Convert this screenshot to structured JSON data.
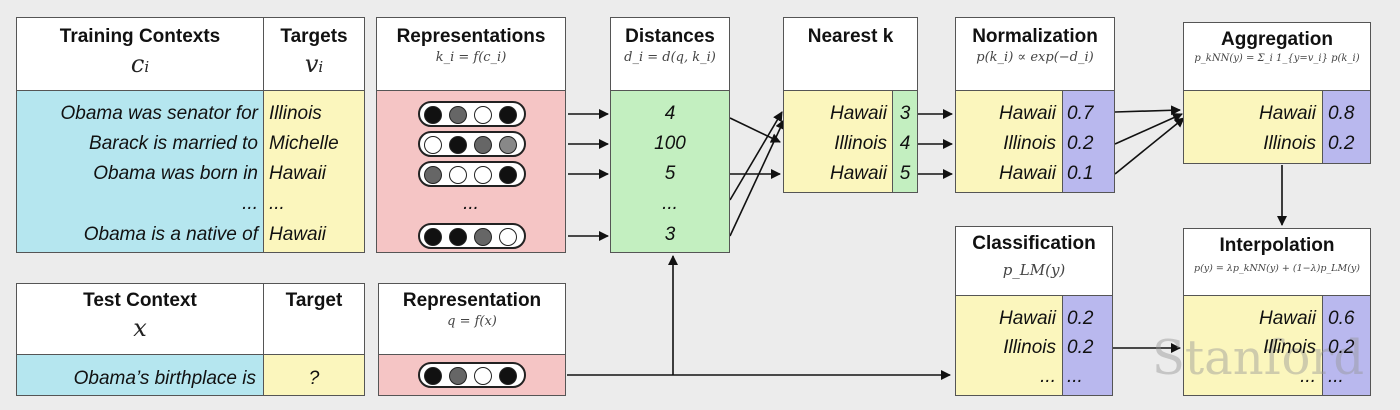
{
  "training": {
    "contexts_title": "Training Contexts",
    "contexts_math": "c_i",
    "targets_title": "Targets",
    "targets_math": "v_i",
    "contexts": [
      "Obama was senator for",
      "Barack is married to",
      "Obama was born in",
      "...",
      "Obama is a native of"
    ],
    "targets": [
      "Illinois",
      "Michelle",
      "Hawaii",
      "...",
      "Hawaii"
    ]
  },
  "representations": {
    "title": "Representations",
    "formula": "k_i = f(c_i)",
    "ellipsis": "...",
    "beads": [
      [
        "#111",
        "#666",
        "#fff",
        "#111"
      ],
      [
        "#fff",
        "#111",
        "#666",
        "#888"
      ],
      [
        "#666",
        "#fff",
        "#fff",
        "#111"
      ],
      [
        "#111",
        "#111",
        "#666",
        "#fff"
      ]
    ]
  },
  "distances": {
    "title": "Distances",
    "formula": "d_i = d(q, k_i)",
    "values": [
      "4",
      "100",
      "5",
      "...",
      "3"
    ]
  },
  "nearest": {
    "title": "Nearest k",
    "items": [
      {
        "label": "Hawaii",
        "value": "3"
      },
      {
        "label": "Illinois",
        "value": "4"
      },
      {
        "label": "Hawaii",
        "value": "5"
      }
    ]
  },
  "normalization": {
    "title": "Normalization",
    "formula": "p(k_i) ∝ exp(−d_i)",
    "items": [
      {
        "label": "Hawaii",
        "value": "0.7"
      },
      {
        "label": "Illinois",
        "value": "0.2"
      },
      {
        "label": "Hawaii",
        "value": "0.1"
      }
    ]
  },
  "aggregation": {
    "title": "Aggregation",
    "formula": "p_kNN(y) = Σ_i 1_{y=v_i} p(k_i)",
    "items": [
      {
        "label": "Hawaii",
        "value": "0.8"
      },
      {
        "label": "Illinois",
        "value": "0.2"
      }
    ]
  },
  "test": {
    "context_title": "Test Context",
    "context_math": "x",
    "target_title": "Target",
    "context_value": "Obama’s birthplace is",
    "target_value": "?"
  },
  "representation": {
    "title": "Representation",
    "formula": "q = f(x)",
    "bead": [
      "#111",
      "#666",
      "#fff",
      "#111"
    ]
  },
  "classification": {
    "title": "Classification",
    "formula": "p_LM(y)",
    "items": [
      {
        "label": "Hawaii",
        "value": "0.2"
      },
      {
        "label": "Illinois",
        "value": "0.2"
      },
      {
        "label": "...",
        "value": "..."
      }
    ]
  },
  "interpolation": {
    "title": "Interpolation",
    "formula": "p(y) = λp_kNN(y) + (1−λ)p_LM(y)",
    "items": [
      {
        "label": "Hawaii",
        "value": "0.6"
      },
      {
        "label": "Illinois",
        "value": "0.2"
      },
      {
        "label": "...",
        "value": "..."
      }
    ]
  },
  "watermark": "Stanford",
  "colors": {
    "cyan": "#b5e6ef",
    "yellow": "#fbf6bd",
    "pink": "#f5c5c5",
    "green": "#c3efc0",
    "purple": "#b9b8ee"
  }
}
